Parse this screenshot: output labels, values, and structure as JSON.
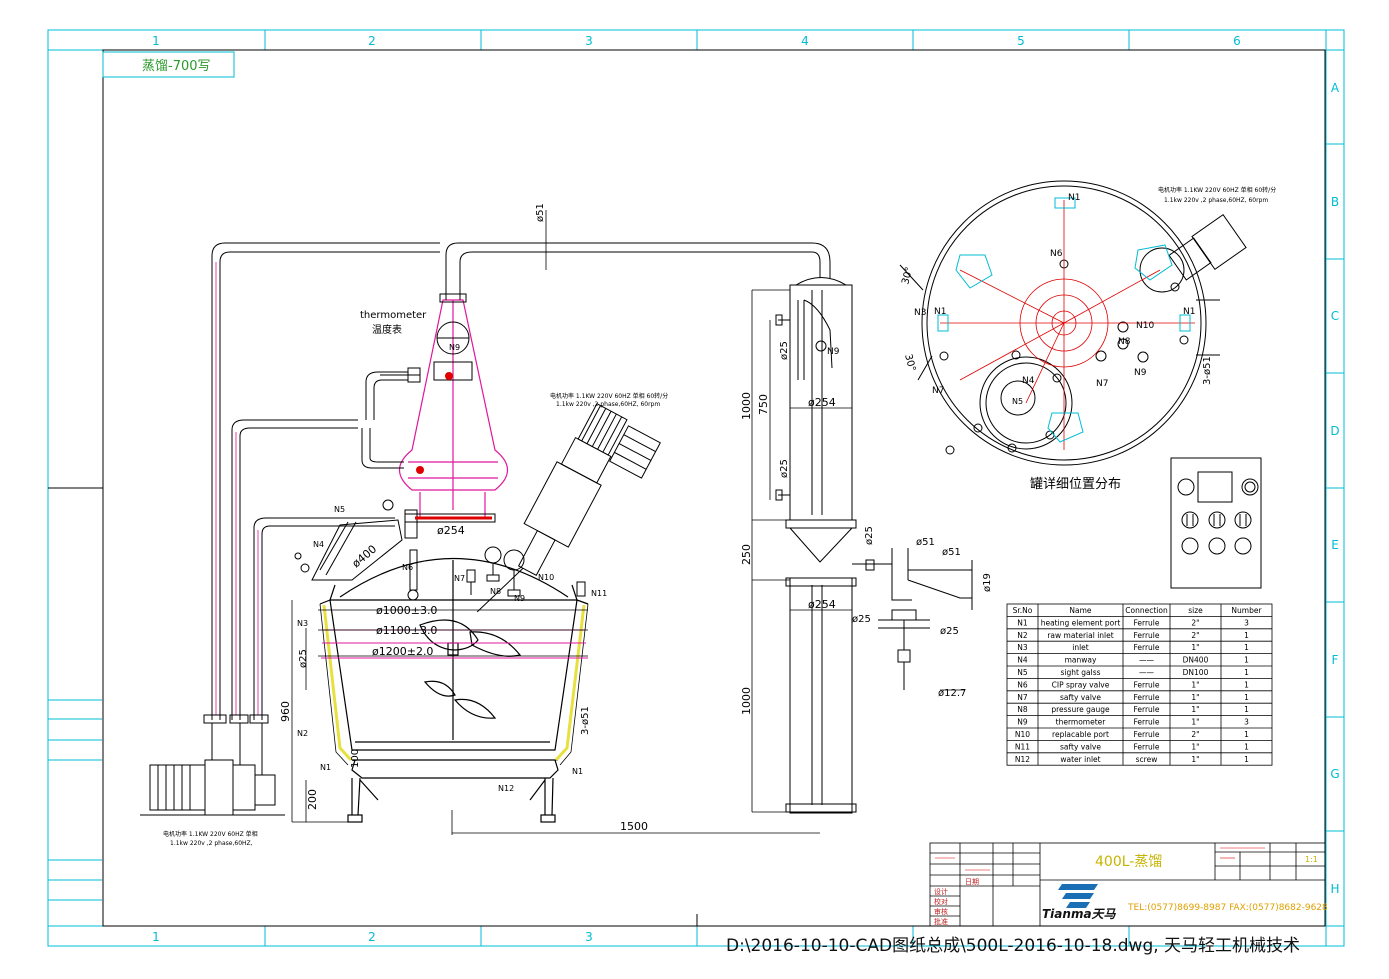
{
  "frame": {
    "columns": [
      "1",
      "2",
      "3",
      "4",
      "5",
      "6"
    ],
    "rows": [
      "A",
      "B",
      "C",
      "D",
      "E",
      "F",
      "G",
      "H"
    ],
    "sheet_tag": "蒸馏-700写"
  },
  "still": {
    "thermometer_en": "thermometer",
    "thermometer_cn": "温度表",
    "motor_note_cn": "电机功率 1.1KW 220V 60HZ 单相 60转/分",
    "motor_note_en": "1.1kw 220v ,2 phase,60HZ, 60rpm",
    "pump_note_cn": "电机功率 1.1KW 220V 60HZ 单相",
    "pump_note_en": "1.1kw 220v ,2 phase,60HZ,",
    "nozzles": [
      "N1",
      "N2",
      "N3",
      "N4",
      "N5",
      "N6",
      "N7",
      "N8",
      "N9",
      "N10",
      "N11",
      "N12"
    ],
    "dims": {
      "d51": "ø51",
      "d254": "ø254",
      "d400": "ø400",
      "d1000": "ø1000±3.0",
      "d1100": "ø1100±3.0",
      "d1200": "ø1200±2.0",
      "d25": "ø25",
      "h960": "960",
      "h200": "200",
      "h100": "100",
      "n3x51": "3-ø51",
      "w1500": "1500"
    }
  },
  "column": {
    "dims": {
      "h1000a": "1000",
      "h750": "750",
      "d25a": "ø25",
      "d25b": "ø25",
      "d254a": "ø254",
      "h250": "250",
      "d254b": "ø254",
      "d25c": "ø25",
      "d51a": "ø51",
      "d51b": "ø51",
      "d19": "ø19",
      "d25d": "ø25",
      "d25e": "ø25",
      "d127": "ø12.7",
      "h1000b": "1000",
      "n9": "N9"
    }
  },
  "top_view": {
    "motor_note_cn": "电机功率 1.1KW 220V 60HZ 单相 60转/分",
    "motor_note_en": "1.1kw 220v ,2 phase,60HZ, 60rpm",
    "angle_a": "30°",
    "angle_b": "30°",
    "n3x51": "3-ø51",
    "caption": "罐详细位置分布",
    "labels": [
      "N1",
      "N6",
      "N3",
      "N1",
      "N10",
      "N8",
      "N9",
      "N7",
      "N4",
      "N5",
      "N1",
      "N7"
    ]
  },
  "table": {
    "headers": [
      "Sr.No",
      "Name",
      "Connection",
      "size",
      "Number"
    ],
    "rows": [
      [
        "N1",
        "heating element port",
        "Ferrule",
        "2\"",
        "3"
      ],
      [
        "N2",
        "raw material inlet",
        "Ferrule",
        "2\"",
        "1"
      ],
      [
        "N3",
        "inlet",
        "Ferrule",
        "1\"",
        "1"
      ],
      [
        "N4",
        "manway",
        "——",
        "DN400",
        "1"
      ],
      [
        "N5",
        "sight galss",
        "——",
        "DN100",
        "1"
      ],
      [
        "N6",
        "CIP spray valve",
        "Ferrule",
        "1\"",
        "1"
      ],
      [
        "N7",
        "safty valve",
        "Ferrule",
        "1\"",
        "1"
      ],
      [
        "N8",
        "pressure gauge",
        "Ferrule",
        "1\"",
        "1"
      ],
      [
        "N9",
        "thermometer",
        "Ferrule",
        "1\"",
        "3"
      ],
      [
        "N10",
        "replacable port",
        "Ferrule",
        "2\"",
        "1"
      ],
      [
        "N11",
        "safty valve",
        "Ferrule",
        "1\"",
        "1"
      ],
      [
        "N12",
        "water inlet",
        "screw",
        "1\"",
        "1"
      ]
    ]
  },
  "title_block": {
    "title": "400L-蒸馏",
    "scale": "1:1",
    "logo": "Tianma天马",
    "contact": "TEL:(0577)8699-8987  FAX:(0577)8682-9628",
    "labels_left": [
      "设计",
      "校对",
      "审核",
      "批准",
      "日期"
    ]
  },
  "file_path": "D:\\2016-10-10-CAD图纸总成\\500L-2016-10-18.dwg, 天马轻工机械技术",
  "colors": {
    "frame": "#00bcd4",
    "line": "#000000",
    "pink": "#e0179b",
    "red": "#e00000",
    "jacket": "#e8e040",
    "logo_blue": "#1a6fb5",
    "contact_text": "#e0a000",
    "title_text": "#c8b400"
  }
}
